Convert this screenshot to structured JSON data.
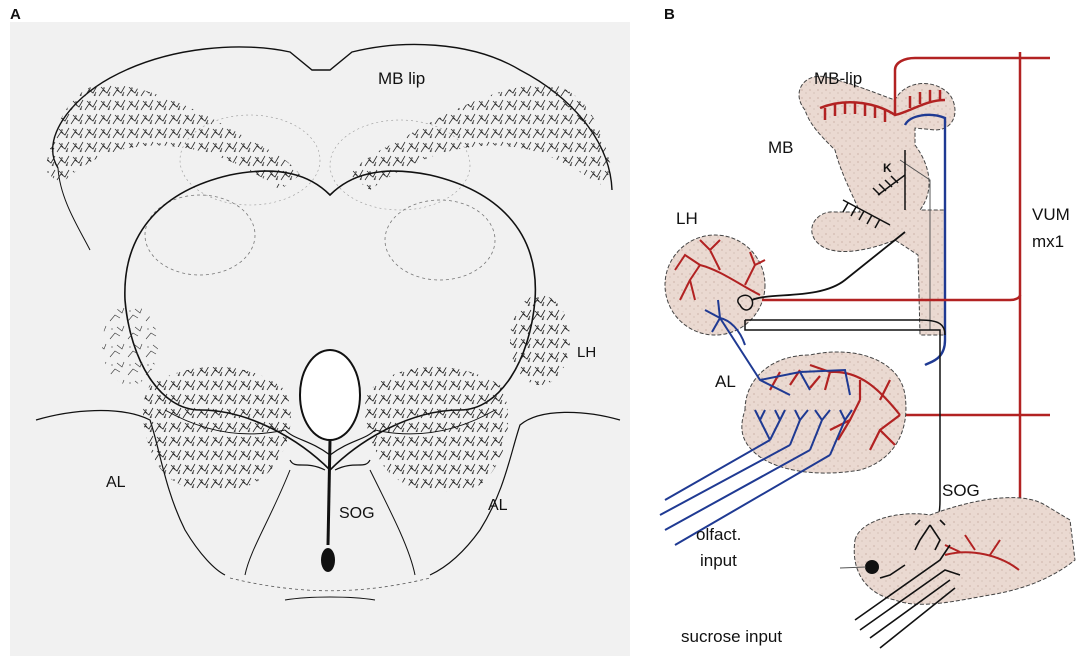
{
  "panel_a": {
    "letter": "A",
    "labels": {
      "mb_lip": "MB lip",
      "lh": "LH",
      "al_left": "AL",
      "al_right": "AL",
      "sog": "SOG"
    }
  },
  "panel_b": {
    "letter": "B",
    "labels": {
      "mb_lip": "MB-lip",
      "mb": "MB",
      "k": "K",
      "lh": "LH",
      "vum_line1": "VUM",
      "vum_line2": "mx1",
      "al": "AL",
      "sog": "SOG",
      "olfact_line1": "olfact.",
      "olfact_line2": "input",
      "sucrose": "sucrose input"
    }
  },
  "colors": {
    "vum_red": "#b22222",
    "olfactory_blue": "#1f3a93",
    "neuropil_fill": "#ead9d1",
    "ink": "#111111"
  }
}
